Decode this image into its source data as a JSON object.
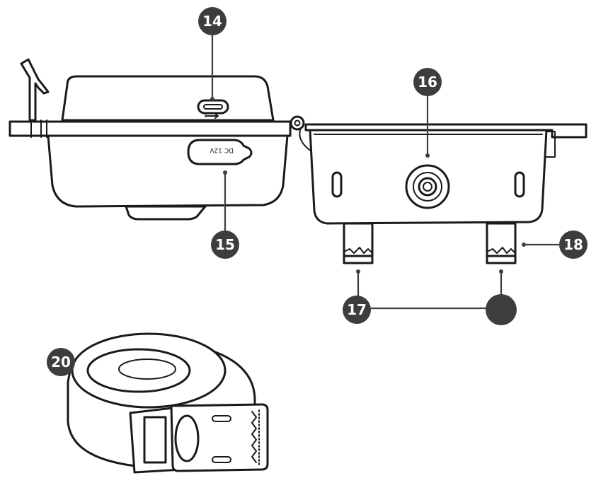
{
  "callouts": [
    {
      "id": "14",
      "label": "14",
      "part": "usb-c-port"
    },
    {
      "id": "15",
      "label": "15",
      "part": "dc-power-jack"
    },
    {
      "id": "16",
      "label": "16",
      "part": "tripod-socket"
    },
    {
      "id": "17",
      "label": "17",
      "part": "lock-hole"
    },
    {
      "id": "18",
      "label": "18",
      "part": "strap-slot"
    },
    {
      "id": "20",
      "label": "20",
      "part": "mounting-strap"
    }
  ],
  "jack_text": "DC 12V",
  "colors": {
    "badge": "#3d3d3d",
    "line": "#1a1a1a",
    "background": "#ffffff"
  }
}
